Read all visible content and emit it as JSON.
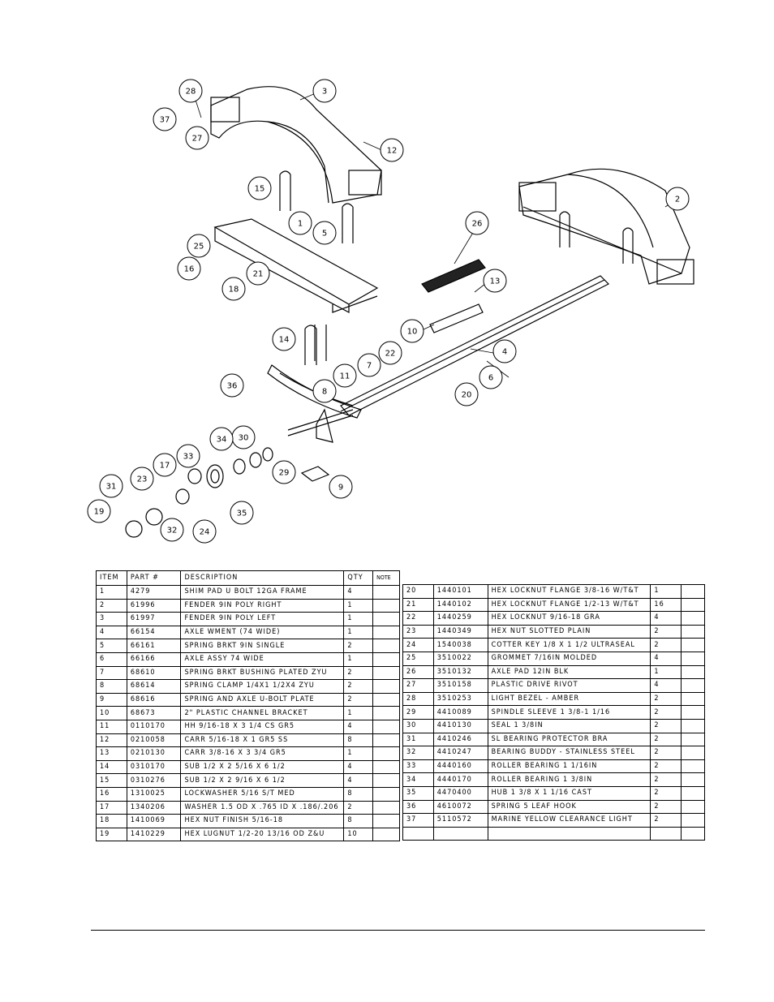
{
  "headers": {
    "item": "ITEM",
    "part": "PART #",
    "description": "DESCRIPTION",
    "qty": "QTY",
    "note": "NOTE"
  },
  "callouts": [
    "1",
    "2",
    "3",
    "4",
    "5",
    "6",
    "7",
    "8",
    "9",
    "10",
    "11",
    "12",
    "13",
    "14",
    "15",
    "16",
    "17",
    "18",
    "19",
    "20",
    "21",
    "22",
    "23",
    "24",
    "25",
    "26",
    "27",
    "28",
    "29",
    "30",
    "31",
    "32",
    "33",
    "34",
    "35",
    "36",
    "37"
  ],
  "parts_left": [
    {
      "item": "1",
      "part": "4279",
      "description": "SHIM PAD   U BOLT 12GA FRAME",
      "qty": "4",
      "note": ""
    },
    {
      "item": "2",
      "part": "61996",
      "description": "FENDER  9IN POLY RIGHT",
      "qty": "1",
      "note": ""
    },
    {
      "item": "3",
      "part": "61997",
      "description": "FENDER  9IN POLY LEFT",
      "qty": "1",
      "note": ""
    },
    {
      "item": "4",
      "part": "66154",
      "description": "AXLE WMENT (74 WIDE)",
      "qty": "1",
      "note": ""
    },
    {
      "item": "5",
      "part": "66161",
      "description": "SPRING BRKT   9IN SINGLE",
      "qty": "2",
      "note": ""
    },
    {
      "item": "6",
      "part": "66166",
      "description": "AXLE ASSY 74 WIDE",
      "qty": "1",
      "note": ""
    },
    {
      "item": "7",
      "part": "68610",
      "description": "SPRING BRKT BUSHING PLATED ZYU",
      "qty": "2",
      "note": ""
    },
    {
      "item": "8",
      "part": "68614",
      "description": "SPRING CLAMP   1/4X1 1/2X4  ZYU",
      "qty": "2",
      "note": ""
    },
    {
      "item": "9",
      "part": "68616",
      "description": "SPRING AND AXLE U-BOLT PLATE",
      "qty": "2",
      "note": ""
    },
    {
      "item": "10",
      "part": "68673",
      "description": "2\" PLASTIC CHANNEL BRACKET",
      "qty": "1",
      "note": ""
    },
    {
      "item": "11",
      "part": "0110170",
      "description": "HH 9/16-18 X 3 1/4 CS GR5",
      "qty": "4",
      "note": ""
    },
    {
      "item": "12",
      "part": "0210058",
      "description": "CARR 5/16-18 X 1 GR5 SS",
      "qty": "8",
      "note": ""
    },
    {
      "item": "13",
      "part": "0210130",
      "description": "CARR 3/8-16 X 3 3/4 GR5",
      "qty": "1",
      "note": ""
    },
    {
      "item": "14",
      "part": "0310170",
      "description": "SUB 1/2 X 2 5/16 X 6 1/2",
      "qty": "4",
      "note": ""
    },
    {
      "item": "15",
      "part": "0310276",
      "description": "SUB 1/2 X 2 9/16 X 6 1/2",
      "qty": "4",
      "note": ""
    },
    {
      "item": "16",
      "part": "1310025",
      "description": "LOCKWASHER 5/16 S/T MED",
      "qty": "8",
      "note": ""
    },
    {
      "item": "17",
      "part": "1340206",
      "description": "WASHER 1.5 OD X .765 ID X .186/.206",
      "qty": "2",
      "note": ""
    },
    {
      "item": "18",
      "part": "1410069",
      "description": "HEX NUT FINISH 5/16-18",
      "qty": "8",
      "note": ""
    },
    {
      "item": "19",
      "part": "1410229",
      "description": "HEX LUGNUT 1/2-20 13/16 OD Z&U",
      "qty": "10",
      "note": ""
    }
  ],
  "parts_right": [
    {
      "item": "20",
      "part": "1440101",
      "description": "HEX LOCKNUT FLANGE 3/8-16 W/T&T",
      "qty": "1",
      "note": ""
    },
    {
      "item": "21",
      "part": "1440102",
      "description": "HEX LOCKNUT FLANGE 1/2-13 W/T&T",
      "qty": "16",
      "note": ""
    },
    {
      "item": "22",
      "part": "1440259",
      "description": "HEX LOCKNUT 9/16-18 GRA",
      "qty": "4",
      "note": ""
    },
    {
      "item": "23",
      "part": "1440349",
      "description": "HEX NUT SLOTTED PLAIN",
      "qty": "2",
      "note": ""
    },
    {
      "item": "24",
      "part": "1540038",
      "description": "COTTER KEY 1/8 X 1 1/2 ULTRASEAL",
      "qty": "2",
      "note": ""
    },
    {
      "item": "25",
      "part": "3510022",
      "description": "GROMMET  7/16IN MOLDED",
      "qty": "4",
      "note": ""
    },
    {
      "item": "26",
      "part": "3510132",
      "description": "AXLE PAD 12IN  BLK",
      "qty": "1",
      "note": ""
    },
    {
      "item": "27",
      "part": "3510158",
      "description": "PLASTIC DRIVE RIVOT",
      "qty": "4",
      "note": ""
    },
    {
      "item": "28",
      "part": "3510253",
      "description": "LIGHT BEZEL - AMBER",
      "qty": "2",
      "note": ""
    },
    {
      "item": "29",
      "part": "4410089",
      "description": "SPINDLE SLEEVE  1 3/8-1 1/16",
      "qty": "2",
      "note": ""
    },
    {
      "item": "30",
      "part": "4410130",
      "description": "SEAL  1 3/8IN",
      "qty": "2",
      "note": ""
    },
    {
      "item": "31",
      "part": "4410246",
      "description": "SL BEARING PROTECTOR BRA",
      "qty": "2",
      "note": ""
    },
    {
      "item": "32",
      "part": "4410247",
      "description": "BEARING BUDDY - STAINLESS STEEL",
      "qty": "2",
      "note": ""
    },
    {
      "item": "33",
      "part": "4440160",
      "description": "ROLLER BEARING   1 1/16IN",
      "qty": "2",
      "note": ""
    },
    {
      "item": "34",
      "part": "4440170",
      "description": "ROLLER BEARING   1 3/8IN",
      "qty": "2",
      "note": ""
    },
    {
      "item": "35",
      "part": "4470400",
      "description": "HUB   1 3/8 X 1 1/16 CAST",
      "qty": "2",
      "note": ""
    },
    {
      "item": "36",
      "part": "4610072",
      "description": "SPRING  5 LEAF HOOK",
      "qty": "2",
      "note": ""
    },
    {
      "item": "37",
      "part": "5110572",
      "description": "MARINE YELLOW CLEARANCE LIGHT",
      "qty": "2",
      "note": ""
    },
    {
      "item": "",
      "part": "",
      "description": "",
      "qty": "",
      "note": ""
    }
  ]
}
